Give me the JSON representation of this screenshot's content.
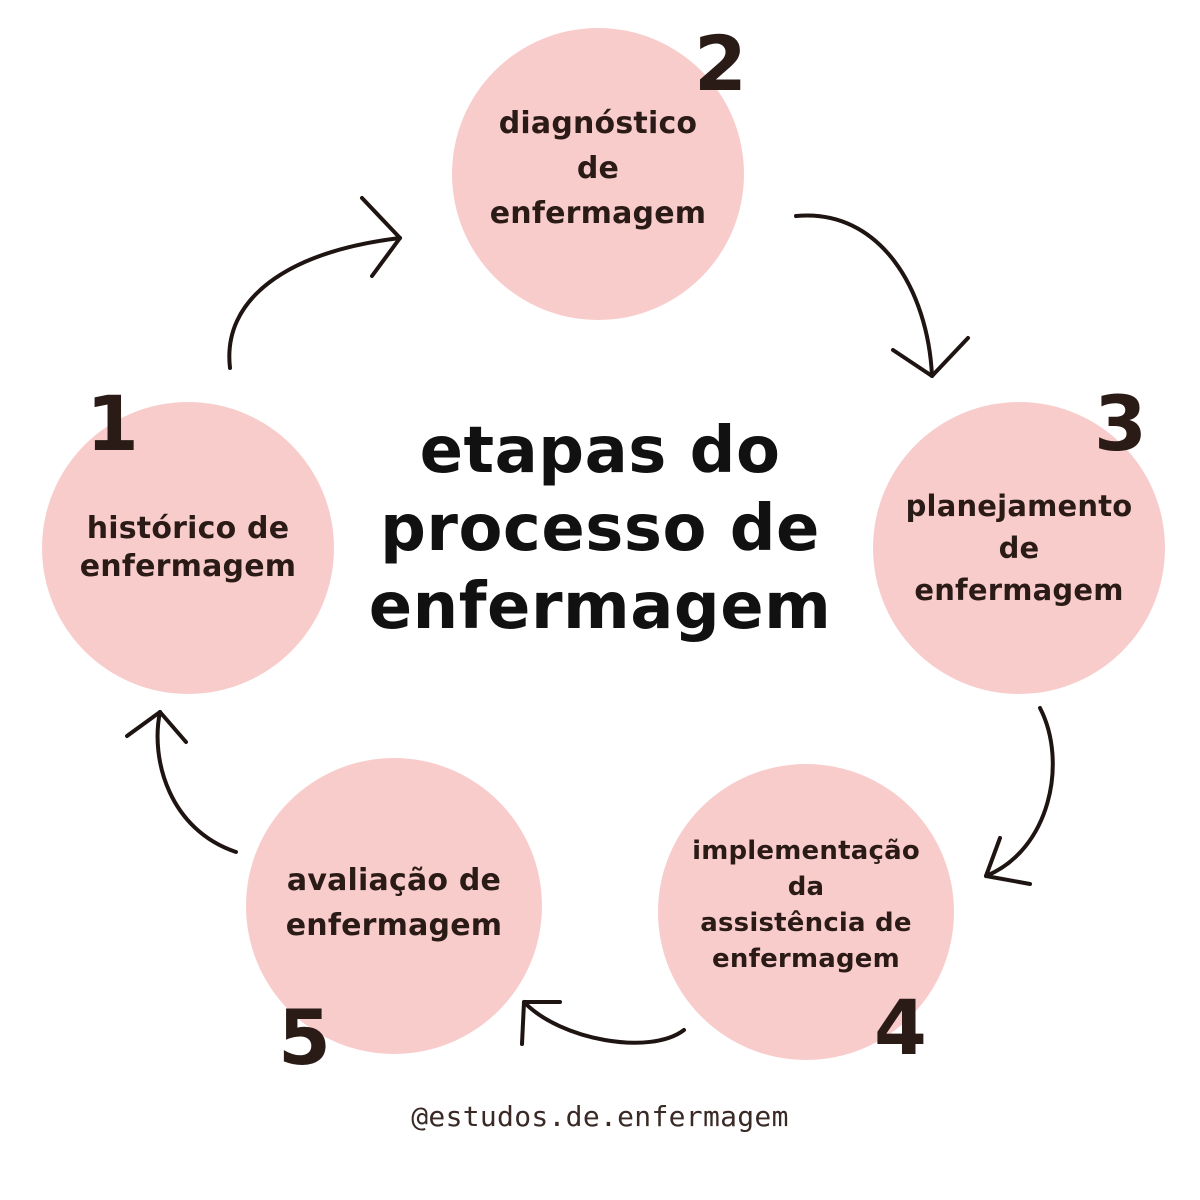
{
  "title": {
    "line1": "etapas do",
    "line2": "processo de",
    "line3": "enfermagem"
  },
  "steps": [
    {
      "number": "1",
      "lines": [
        "histórico de",
        "enfermagem"
      ]
    },
    {
      "number": "2",
      "lines": [
        "diagnóstico",
        "de",
        "enfermagem"
      ]
    },
    {
      "number": "3",
      "lines": [
        "planejamento",
        "de",
        "enfermagem"
      ]
    },
    {
      "number": "4",
      "lines": [
        "implementação",
        "da",
        "assistência de",
        "enfermagem"
      ]
    },
    {
      "number": "5",
      "lines": [
        "avaliação de",
        "enfermagem"
      ]
    }
  ],
  "handle": "@estudos.de.enfermagem",
  "colors": {
    "circle_fill": "#f9cccc",
    "text": "#2b1b17",
    "background": "#ffffff"
  }
}
